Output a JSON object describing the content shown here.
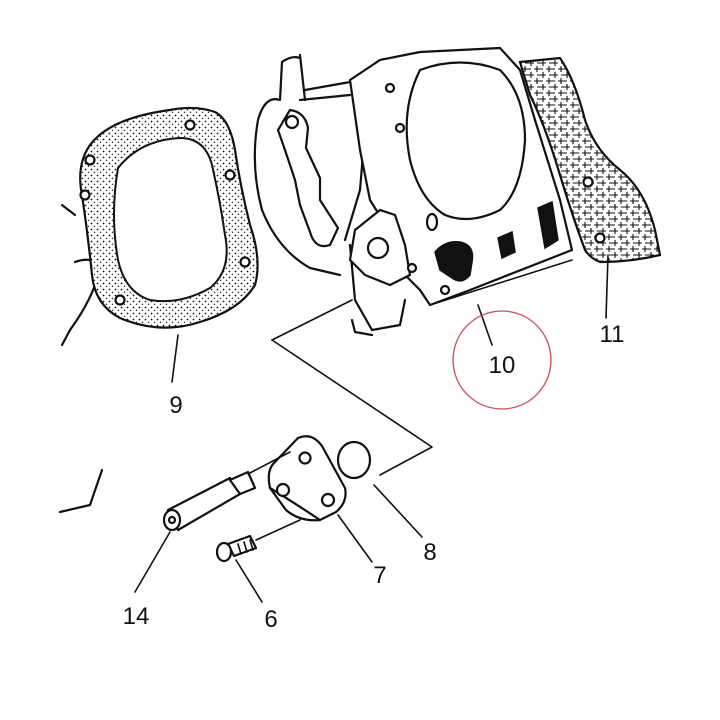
{
  "callouts": {
    "c6": "6",
    "c7": "7",
    "c8": "8",
    "c9": "9",
    "c10": "10",
    "c11": "11",
    "c14": "14"
  },
  "colors": {
    "line": "#111111",
    "highlight_circle": "#c0505a",
    "background": "#ffffff"
  },
  "highlight": {
    "target": "10"
  }
}
